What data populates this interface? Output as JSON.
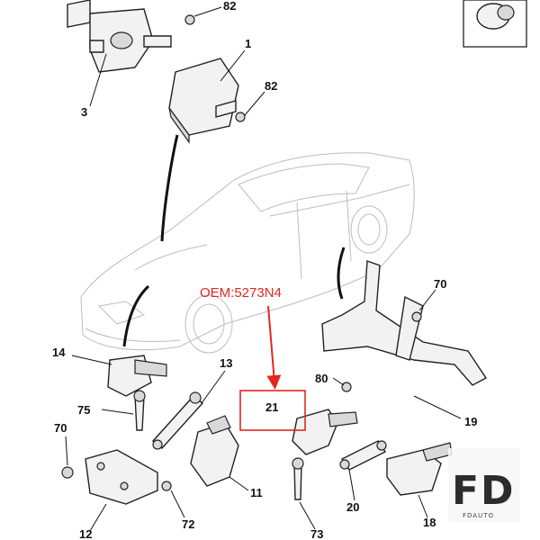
{
  "callouts": {
    "c82a": "82",
    "c1": "1",
    "c3": "3",
    "c82b": "82",
    "c70a": "70",
    "c14": "14",
    "c13": "13",
    "c80": "80",
    "c75": "75",
    "c21": "21",
    "c19": "19",
    "c70b": "70",
    "c11": "11",
    "c20": "20",
    "c72": "72",
    "c73": "73",
    "c18": "18",
    "c12": "12"
  },
  "oem_label": "OEM:5273N4",
  "watermark": {
    "big": "FD",
    "small": "FDAUTO"
  },
  "colors": {
    "highlight": "#e0281f",
    "line": "#111111",
    "car_outline": "#bdbdbd",
    "part_fill": "#f2f2f2"
  }
}
